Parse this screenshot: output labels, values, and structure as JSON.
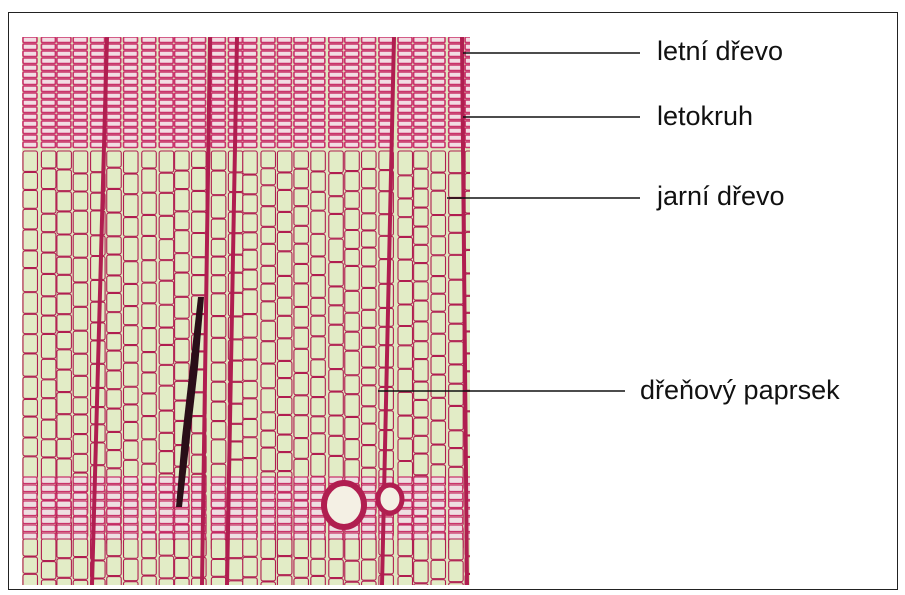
{
  "labels": {
    "summer_wood": "letní dřevo",
    "annual_ring": "letokruh",
    "spring_wood": "jarní dřevo",
    "medullary_ray": "dřeňový paprsek"
  },
  "colors": {
    "cell_fill": "#e2ecc6",
    "cell_wall": "#b01e50",
    "latewood": "#c9336b",
    "leader_line": "#111111"
  }
}
